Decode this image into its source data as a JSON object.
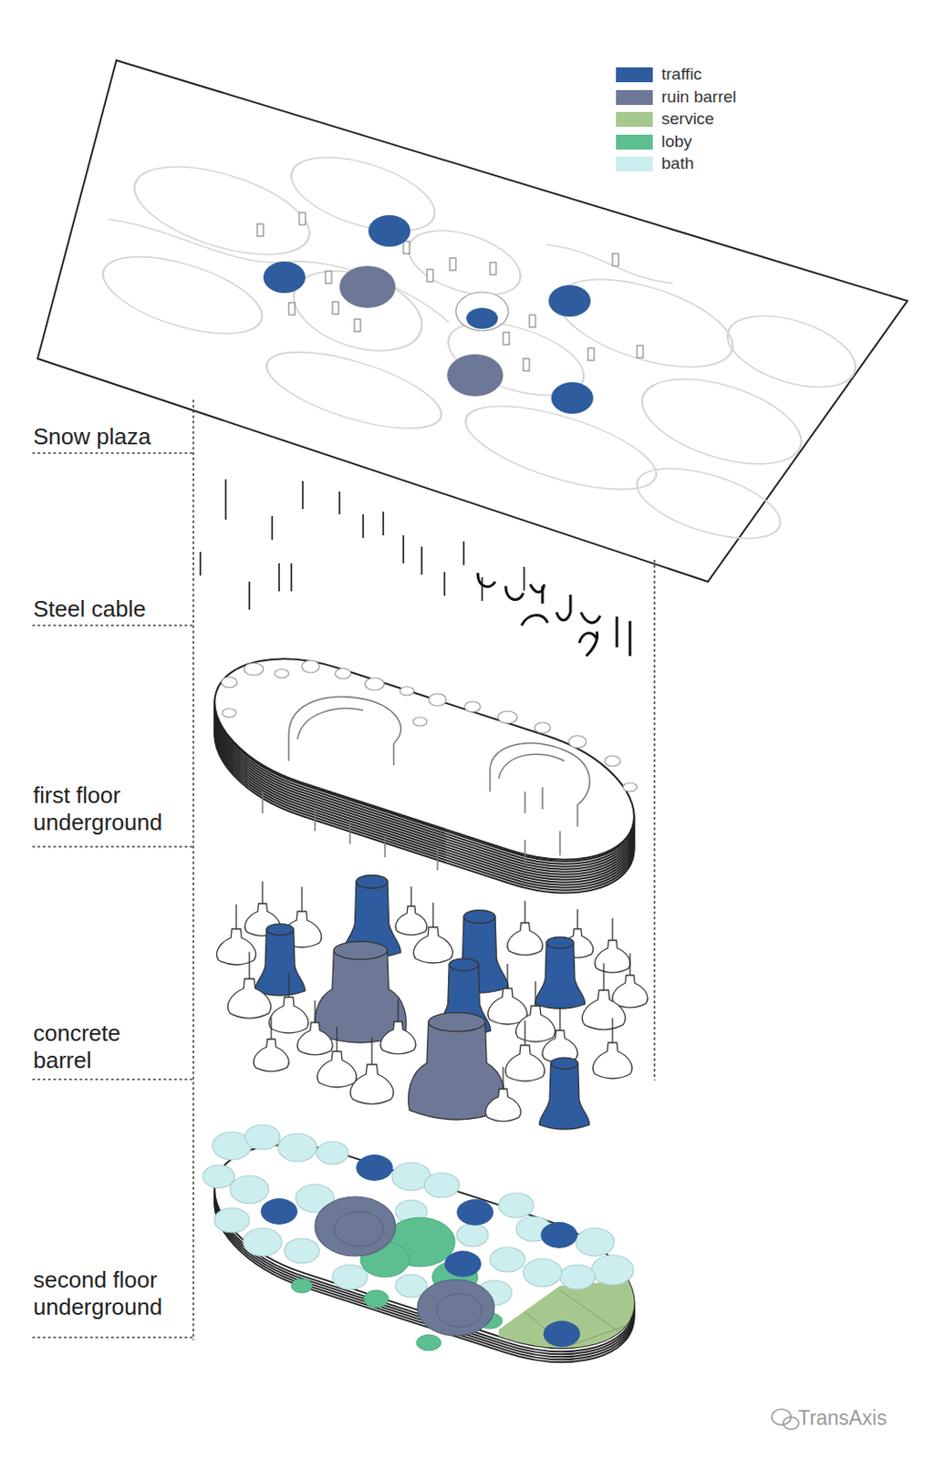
{
  "diagram": {
    "labels": [
      "Snow plaza",
      "Steel cable",
      "first floor underground",
      "concrete barrel",
      "second floor underground",
      "TransAxis"
    ],
    "legend": [
      {
        "text": "traffic",
        "color": "#2e5c9e"
      },
      {
        "text": "ruin barrel",
        "color": "#6d7896"
      },
      {
        "text": "service",
        "color": "#a6c88e"
      },
      {
        "text": "loby",
        "color": "#5cbf8f"
      },
      {
        "text": "bath",
        "color": "#cdeeee"
      }
    ]
  }
}
